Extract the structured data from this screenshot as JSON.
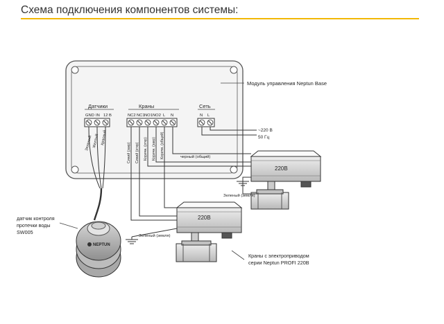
{
  "page": {
    "title": "Схема подключения компонентов системы:",
    "accent_color": "#f2b705"
  },
  "controller": {
    "label": "Модуль управления Neptun Base",
    "groups": {
      "sensors": "Датчики",
      "valves": "Краны",
      "power": "Сеть"
    },
    "terminals": {
      "sensors": [
        "GND",
        "IN",
        "12 В"
      ],
      "valves": [
        "NC2",
        "NC1",
        "NO1",
        "NO2",
        "L",
        "N"
      ],
      "power": [
        "N",
        "L"
      ]
    }
  },
  "power_input": {
    "voltage": "~220 В",
    "frequency": "50 Гц"
  },
  "sensor_wires": [
    "Зеленый",
    "Желтый",
    "Красный"
  ],
  "valve_wires": [
    "Синий (закр)",
    "Синий (откр)",
    "Коричн. (откр)",
    "Коричн. (закр)",
    "Коричн. (общий)"
  ],
  "common_wire": "черный (общий)",
  "ground_wire_1": "Зеленый (земля)",
  "ground_wire_2": "Зеленый (земля)",
  "actuator_label": "220В",
  "sensor": {
    "caption_lines": [
      "датчик контроля",
      "протечки воды",
      "SW005"
    ],
    "brand": "NEPTUN"
  },
  "valves_caption": [
    "Краны с электроприводом",
    "серии Neptun PROFI 220В"
  ]
}
